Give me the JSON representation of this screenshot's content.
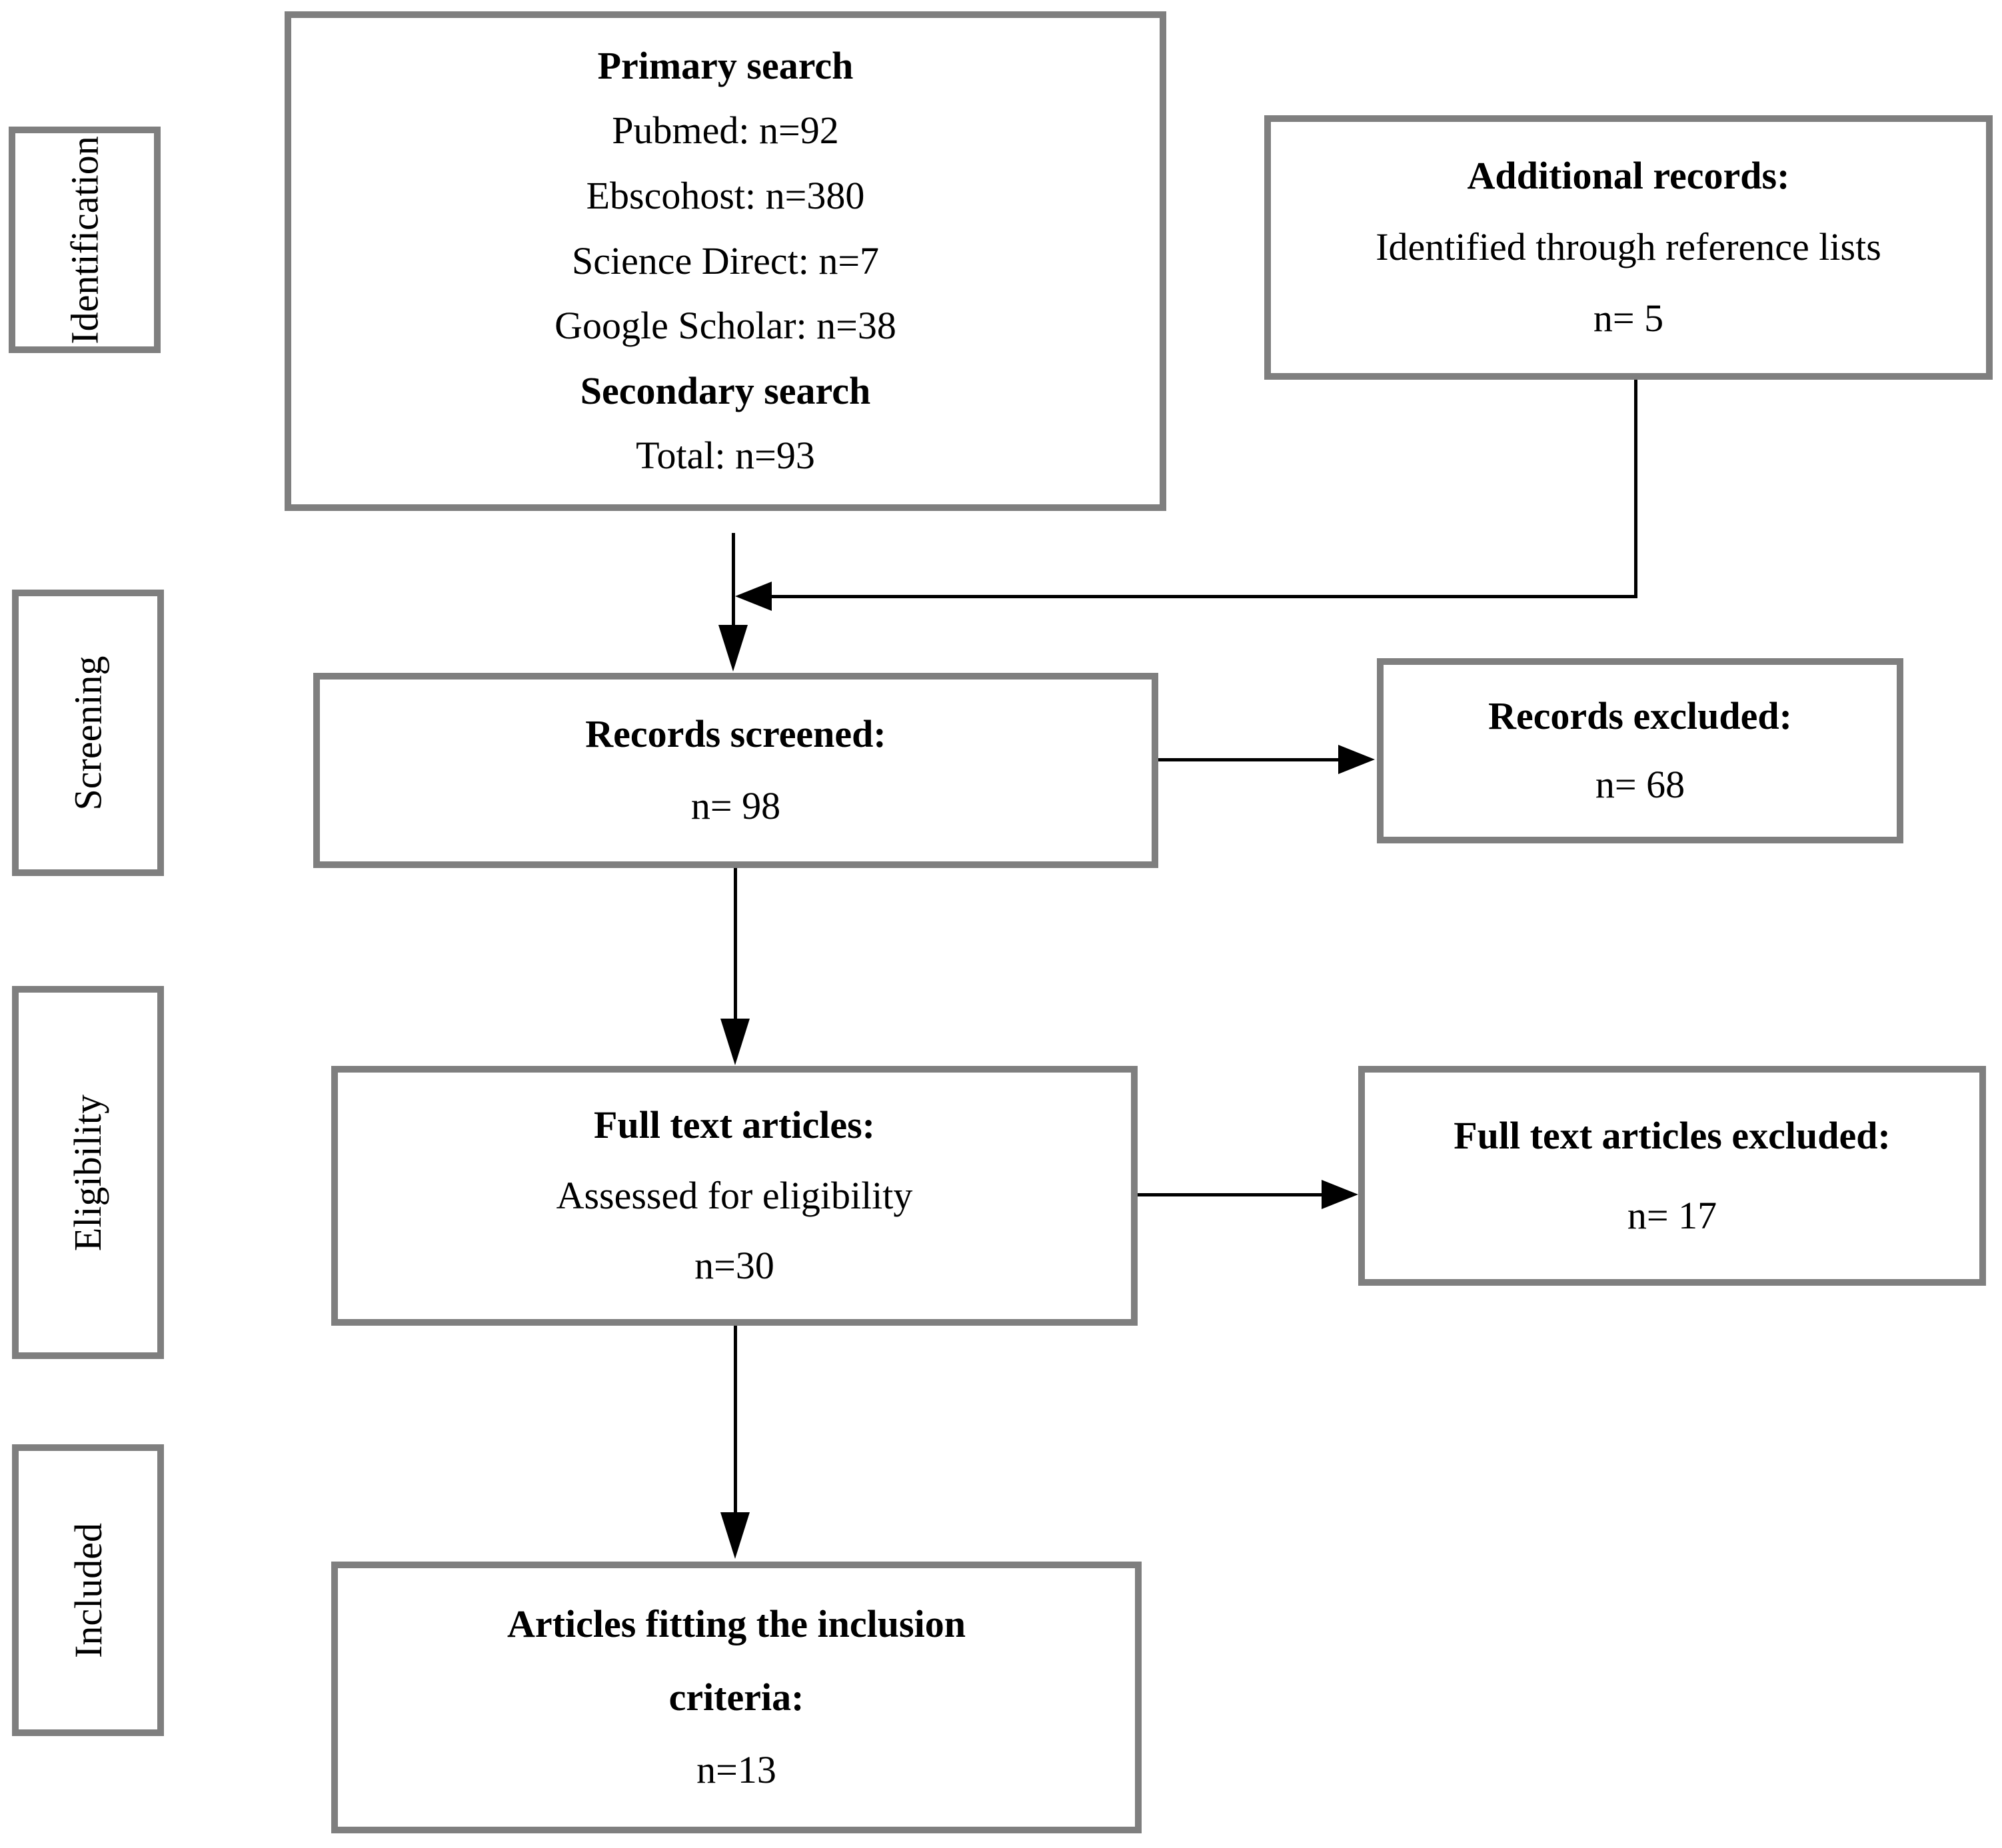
{
  "colors": {
    "box_border": "#7f7f7f",
    "arrow": "#000000",
    "text": "#000000",
    "background": "#ffffff"
  },
  "stages": [
    {
      "label": "Identification"
    },
    {
      "label": "Screening"
    },
    {
      "label": "Eligibility"
    },
    {
      "label": "Included"
    }
  ],
  "boxes": {
    "primary_search": {
      "title": "Primary search",
      "sources": [
        "Pubmed: n=92",
        "Ebscohost: n=380",
        "Science Direct: n=7",
        "Google Scholar: n=38"
      ],
      "secondary_title": "Secondary search",
      "total": "Total: n=93"
    },
    "additional_records": {
      "title": "Additional records:",
      "subtitle": "Identified through reference lists",
      "count": "n= 5"
    },
    "records_screened": {
      "title": "Records screened:",
      "count": "n= 98"
    },
    "records_excluded": {
      "title": "Records excluded:",
      "count": "n= 68"
    },
    "full_text": {
      "title": "Full text articles:",
      "subtitle": "Assessed for eligibility",
      "count": "n=30"
    },
    "full_text_excluded": {
      "title": "Full text articles excluded:",
      "count": "n= 17"
    },
    "included_articles": {
      "title_line1": "Articles fitting the inclusion",
      "title_line2": "criteria:",
      "count": "n=13"
    }
  }
}
